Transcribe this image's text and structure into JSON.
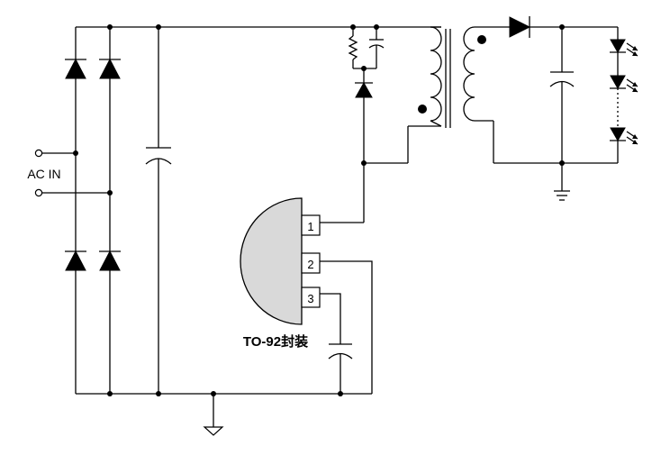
{
  "labels": {
    "ac_in": "AC IN",
    "package": "TO-92封装"
  },
  "pins": [
    "1",
    "2",
    "3"
  ],
  "colors": {
    "wire": "#000000",
    "package_fill": "#d9d9d9",
    "background": "#ffffff"
  }
}
